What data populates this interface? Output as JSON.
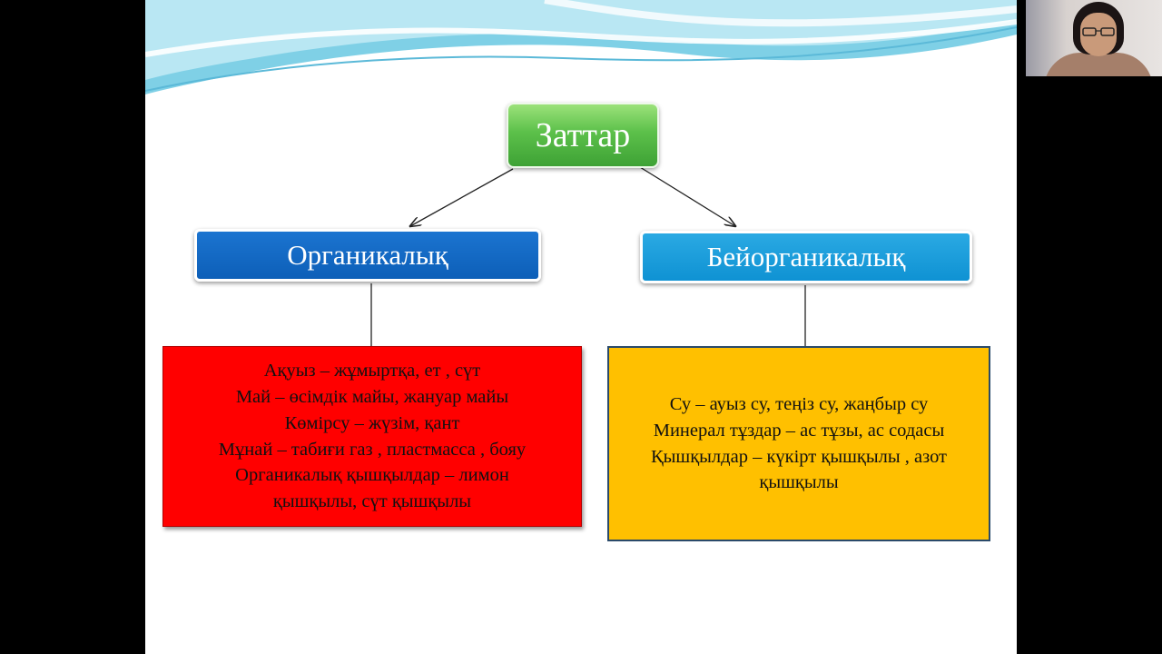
{
  "diagram": {
    "root": {
      "label": "Заттар"
    },
    "categories": [
      {
        "label": "Органикалық",
        "color": "#0d5fb8",
        "examples": [
          "Ақуыз – жұмыртқа, ет , сүт",
          "Май – өсімдік  майы, жануар майы",
          "Көмірсу – жүзім, қант",
          "Мұнай – табиғи газ , пластмасса , бояу",
          "Органикалық қышқылдар – лимон",
          "қышқылы, сүт қышқылы"
        ],
        "examples_color": "#ff0000"
      },
      {
        "label": "Бейорганикалық",
        "color": "#0f92d3",
        "examples": [
          "Су – ауыз су, теңіз су, жаңбыр су",
          "Минерал тұздар – ас тұзы, ас содасы",
          "Қышқылдар – күкірт қышқылы , азот",
          "қышқылы"
        ],
        "examples_color": "#ffc000"
      }
    ]
  }
}
